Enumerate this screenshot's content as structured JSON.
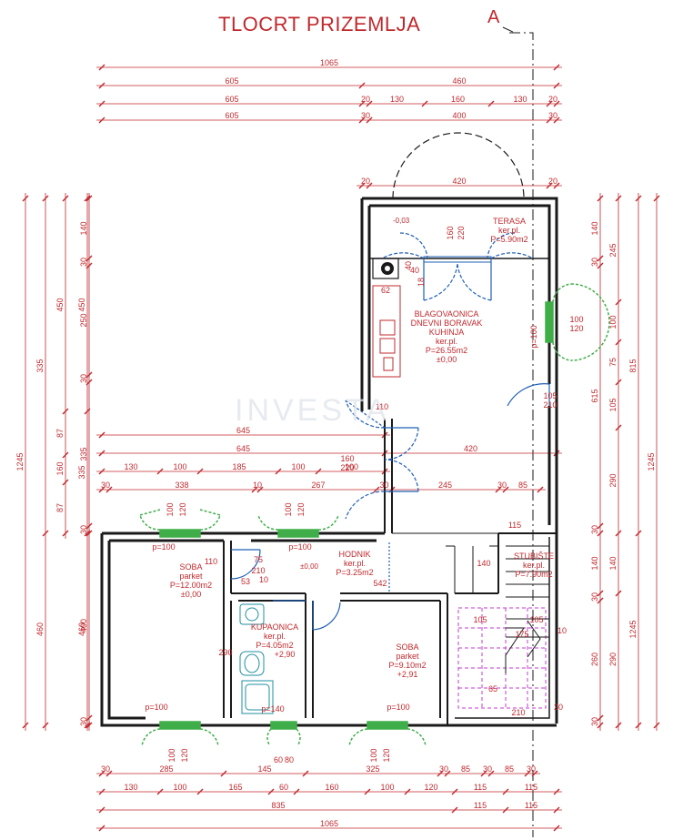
{
  "title": "TLOCRT PRIZEMLJA",
  "section_mark": "A",
  "watermark": "INVESTA",
  "colors": {
    "wall": "#1a1a1a",
    "dimension": "#c0282d",
    "window": "#3fae49",
    "door": "#1e5fb4",
    "stair": "#c23ccf"
  },
  "rooms": {
    "terasa": {
      "name": "TERASA",
      "floor": "ker.pl.",
      "area": "P=5.90m2"
    },
    "dining": {
      "name1": "BLAGOVAONICA",
      "name2": "DNEVNI BORAVAK",
      "name3": "KUHINJA",
      "floor": "ker.pl.",
      "area": "P=26.55m2",
      "level": "±0,00"
    },
    "soba1": {
      "name": "SOBA",
      "floor": "parket",
      "area": "P=12.00m2",
      "level": "±0,00"
    },
    "hodnik": {
      "name": "HODNIK",
      "floor": "ker.pl.",
      "area": "P=3.25m2",
      "level": "±0,00"
    },
    "stubiste": {
      "name": "STUBIŠTE",
      "floor": "ker.pl.",
      "area": "P=7.90m2"
    },
    "kupaonica": {
      "name": "KUPAONICA",
      "floor": "ker.pl.",
      "area": "P=4.05m2",
      "level": "+2,90"
    },
    "soba2": {
      "name": "SOBA",
      "floor": "parket",
      "area": "P=9.10m2",
      "level": "+2,91"
    }
  },
  "levels": {
    "terasa": "-0,03"
  },
  "top_dims": {
    "row1": [
      "1065"
    ],
    "row2": [
      "605",
      "460"
    ],
    "row3": [
      "605",
      "20",
      "130",
      "160",
      "130",
      "20"
    ],
    "row4": [
      "605",
      "30",
      "400",
      "30"
    ],
    "balcony": [
      "20",
      "420",
      "20"
    ]
  },
  "mid_dims": {
    "row1": [
      "645"
    ],
    "row2": [
      "645",
      "420"
    ],
    "row3": [
      "130",
      "100",
      "185",
      "100",
      "100"
    ],
    "row4": [
      "30",
      "338",
      "10",
      "267",
      "30",
      "245",
      "30",
      "85"
    ]
  },
  "bottom_dims": {
    "row1": [
      "30",
      "285",
      "145",
      "325",
      "30",
      "85",
      "30",
      "85",
      "30"
    ],
    "row1b": [
      "10",
      "10"
    ],
    "row2": [
      "130",
      "100",
      "165",
      "60",
      "160",
      "100",
      "120",
      "115",
      "115"
    ],
    "row3": [
      "835",
      "115",
      "115"
    ],
    "row4": [
      "1065"
    ]
  },
  "left_dims": {
    "col1": [
      "1245"
    ],
    "col2": [
      "335",
      "460"
    ],
    "col3": [
      "450",
      "87",
      "160",
      "87"
    ],
    "col4": [
      "450",
      "335",
      "460"
    ],
    "col5": [
      "140",
      "30",
      "250",
      "30",
      "335",
      "30",
      "400",
      "30"
    ]
  },
  "right_dims": {
    "col1": [
      "140",
      "30",
      "615",
      "30",
      "140",
      "30",
      "260",
      "30"
    ],
    "col2": [
      "245",
      "100",
      "75",
      "105",
      "290",
      "140",
      "290"
    ],
    "col3": [
      "815",
      "1245"
    ],
    "col4": [
      "1245"
    ]
  },
  "labels": {
    "win_top1": [
      "100",
      "120"
    ],
    "win_top2": [
      "100",
      "120"
    ],
    "win_right": [
      "100",
      "120"
    ],
    "window_sill": "p=100",
    "door_right": [
      "105",
      "210"
    ],
    "door_mid": [
      "160",
      "220"
    ],
    "door_top": [
      "18",
      "40",
      "220",
      "160"
    ],
    "kitchen": [
      "62"
    ],
    "misc": [
      "75",
      "210",
      "53",
      "10",
      "542",
      "115",
      "140",
      "175",
      "65",
      "210",
      "20",
      "105",
      "105",
      "10",
      "40",
      "110",
      "290",
      "60",
      "80",
      "110"
    ],
    "sill_140": "p=140"
  }
}
